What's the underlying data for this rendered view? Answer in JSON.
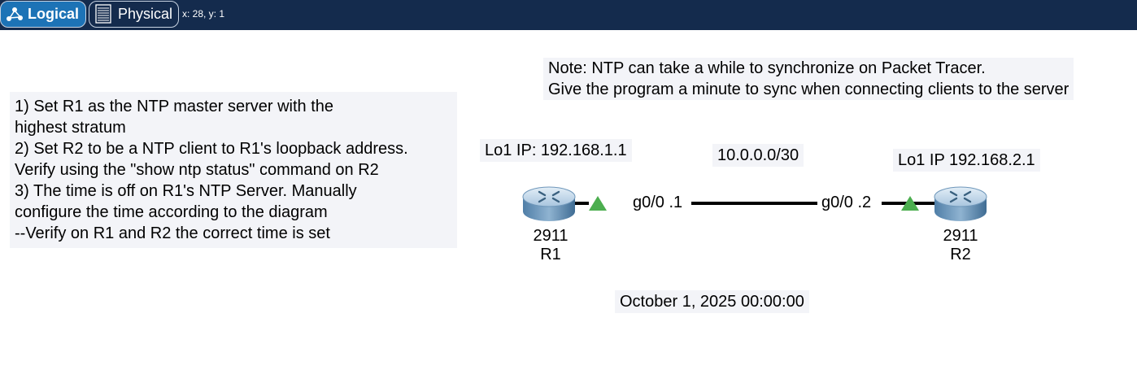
{
  "toolbar": {
    "logical_tab": "Logical",
    "physical_tab": "Physical",
    "coords": "x: 28, y: 1"
  },
  "notes": {
    "sync_note": [
      "Note: NTP can take a while to synchronize on Packet Tracer.",
      "Give the program a minute to sync when connecting clients to the server"
    ],
    "instructions": [
      "1) Set R1 as the NTP master server with the",
      "highest stratum",
      "2) Set R2 to be a NTP client to R1's loopback address.",
      "Verify using the \"show ntp status\" command on R2",
      "3) The time is off on R1's NTP Server. Manually",
      "configure the time according to the diagram",
      "--Verify on R1 and R2 the correct time is set"
    ],
    "r1_loopback": "Lo1 IP: 192.168.1.1",
    "network": "10.0.0.0/30",
    "r2_loopback": "Lo1 IP 192.168.2.1",
    "datetime": "October 1, 2025 00:00:00"
  },
  "devices": [
    {
      "model": "2911",
      "name": "R1",
      "interface": "g0/0 .1"
    },
    {
      "model": "2911",
      "name": "R2",
      "interface": "g0/0 .2"
    }
  ],
  "colors": {
    "topbar": "#142b4d",
    "active_tab": "#1d73b6",
    "link_light": "#4cae4f",
    "note_bg": "#f3f4f8"
  },
  "icons": {
    "logical_tab": "topology-icon",
    "physical_tab": "rack-icon",
    "device": "router-icon"
  }
}
